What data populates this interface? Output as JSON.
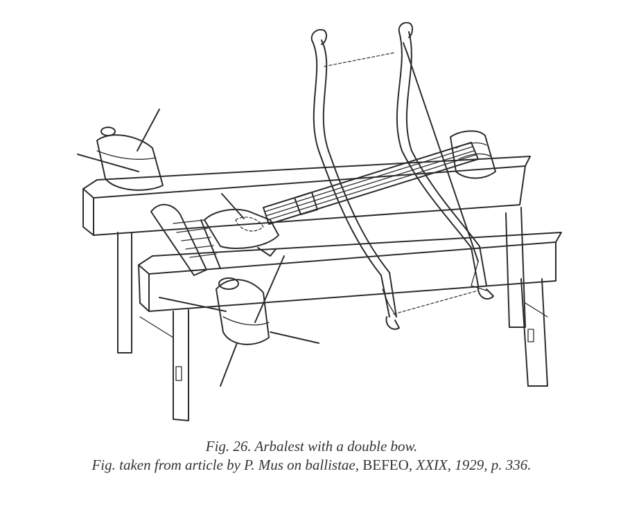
{
  "caption": {
    "title": "Fig. 26. Arbalest with a double bow.",
    "source_prefix": "Fig. taken from article by P. Mus on ballistae,",
    "source_journal": "BEFEO,",
    "source_volume": "XXIX,",
    "source_rest": "1929, p. 336."
  }
}
